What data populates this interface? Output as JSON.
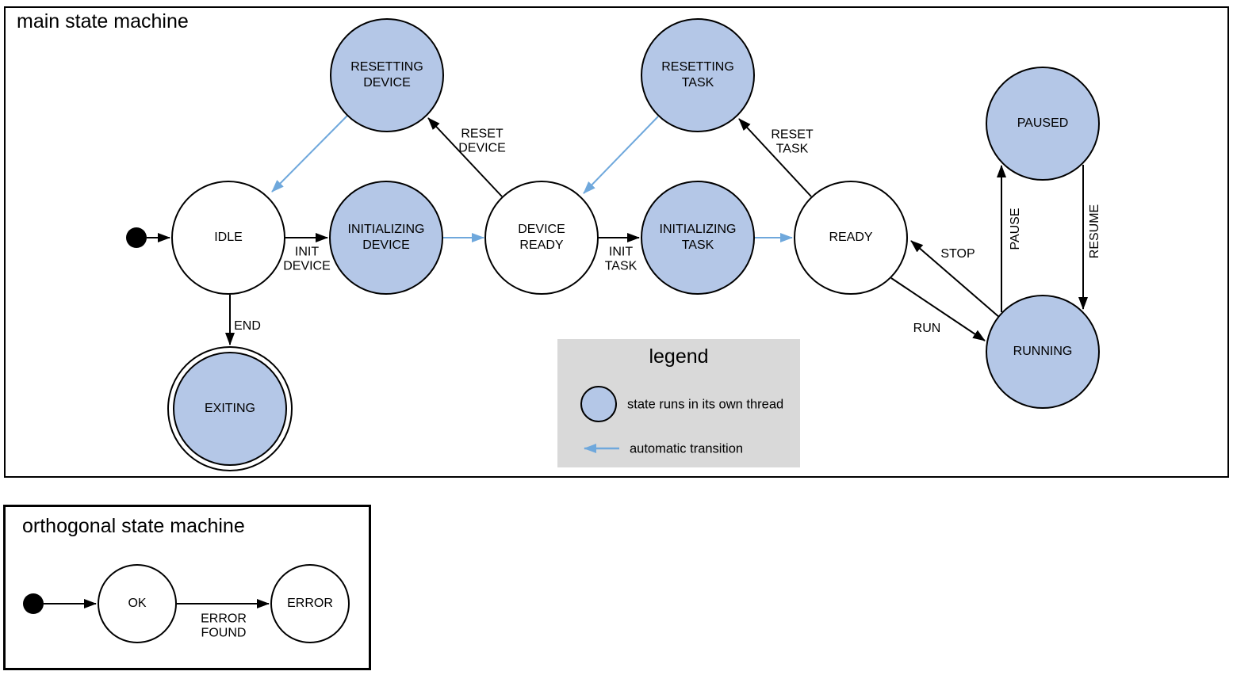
{
  "colors": {
    "threaded_state_fill": "#b4c7e7",
    "state_stroke": "#000000",
    "transition_line": "#000000",
    "automatic_transition_blue": "#6fa8dc",
    "legend_background": "#d9d9d9"
  },
  "main_machine": {
    "title": "main state machine",
    "states": {
      "idle": "IDLE",
      "resetting_device": "RESETTING\nDEVICE",
      "initializing_device": "INITIALIZING\nDEVICE",
      "device_ready": "DEVICE\nREADY",
      "resetting_task": "RESETTING\nTASK",
      "initializing_task": "INITIALIZING\nTASK",
      "ready": "READY",
      "paused": "PAUSED",
      "running": "RUNNING",
      "exiting": "EXITING"
    },
    "transitions": {
      "init_device": "INIT\nDEVICE",
      "init_task": "INIT\nTASK",
      "reset_device": "RESET\nDEVICE",
      "reset_task": "RESET\nTASK",
      "stop": "STOP",
      "run": "RUN",
      "pause": "PAUSE",
      "resume": "RESUME",
      "end": "END"
    }
  },
  "legend": {
    "title": "legend",
    "thread_item": "state runs in its own thread",
    "auto_item": "automatic transition"
  },
  "orthogonal_machine": {
    "title": "orthogonal state machine",
    "states": {
      "ok": "OK",
      "error": "ERROR"
    },
    "transitions": {
      "error_found": "ERROR\nFOUND"
    }
  }
}
